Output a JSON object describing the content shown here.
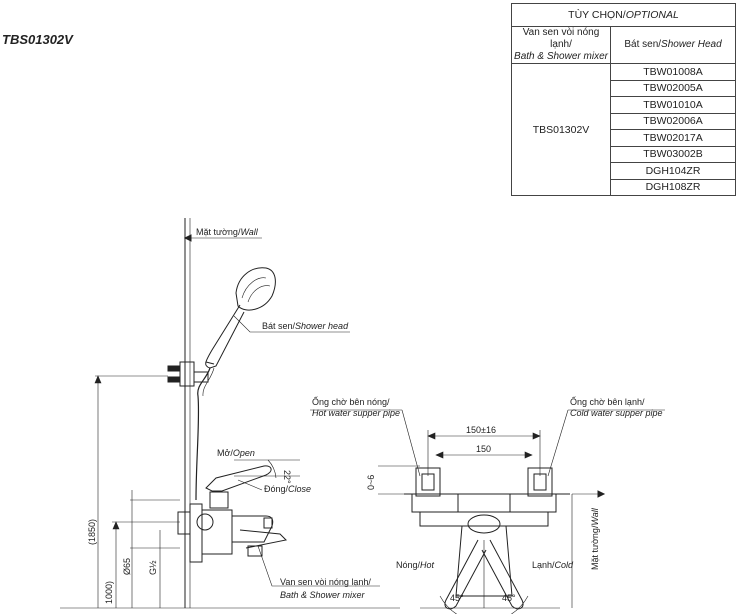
{
  "model": "TBS01302V",
  "option_table": {
    "header_vi": "TÙY CHỌN/",
    "header_en": "OPTIONAL",
    "col1_vi": "Van sen vòi nóng lạnh/",
    "col1_en": "Bath & Shower mixer",
    "col2_vi": "Bát sen/",
    "col2_en": "Shower Head",
    "mixer_model": "TBS01302V",
    "shower_heads": [
      "TBW01008A",
      "TBW02005A",
      "TBW01010A",
      "TBW02006A",
      "TBW02017A",
      "TBW03002B",
      "DGH104ZR",
      "DGH108ZR"
    ]
  },
  "labels": {
    "wall_vi": "Mặt tường/",
    "wall_en": "Wall",
    "shower_head_vi": "Bát sen/",
    "shower_head_en": "Shower head",
    "open_vi": "Mở/",
    "open_en": "Open",
    "close_vi": "Đóng/",
    "close_en": "Close",
    "angle_22": "22°",
    "mixer_vi": "Van sen vòi nóng lạnh/",
    "mixer_en": "Bath & Shower mixer",
    "hot_pipe_vi": "Ống chờ bên nóng/",
    "hot_pipe_en": "Hot water supper pipe",
    "cold_pipe_vi": "Ống chờ bên lạnh/",
    "cold_pipe_en": "Cold water supper pipe",
    "hot_vi": "Nóng/",
    "hot_en": "Hot",
    "cold_vi": "Lạnh/",
    "cold_en": "Cold",
    "angle_45": "45°"
  },
  "dimensions": {
    "d1850": "(1850)",
    "d1000": "1000)",
    "d65": "Ø65",
    "g_half": "G½",
    "d150_16": "150±16",
    "d150": "150",
    "d0_6": "0~6"
  }
}
